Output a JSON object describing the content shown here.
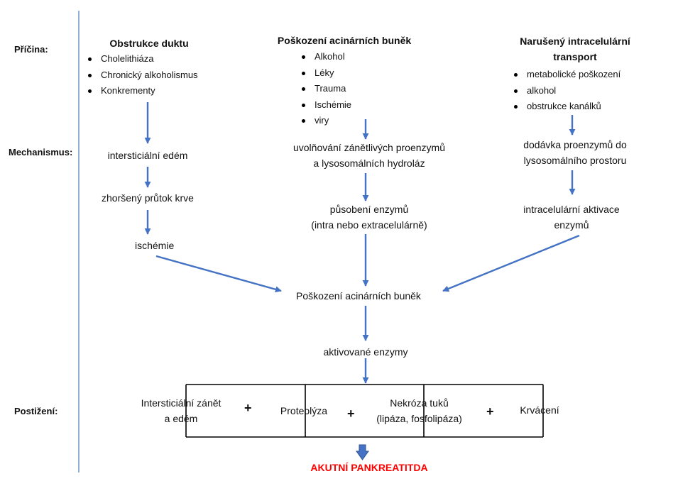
{
  "row_labels": {
    "cause": "Příčina:",
    "mechanism": "Mechanismus:",
    "impact": "Postižení:"
  },
  "columns": {
    "left": {
      "heading": "Obstrukce duktu",
      "causes": [
        "Cholelithiáza",
        "Chronický alkoholismus",
        "Konkrementy"
      ],
      "steps": [
        "intersticiální edém",
        "zhoršený průtok krve",
        "ischémie"
      ]
    },
    "middle": {
      "heading": "Poškození acinárních buněk",
      "causes": [
        "Alkohol",
        "Léky",
        "Trauma",
        "Ischémie",
        "viry"
      ],
      "steps": [
        [
          "uvolňování zánětlivých proenzymů",
          "a lysosomálních hydroláz"
        ],
        [
          "působení enzymů",
          "(intra nebo extracelulárně)"
        ]
      ]
    },
    "right": {
      "heading": [
        "Narušený intracelulární",
        "transport"
      ],
      "causes": [
        "metabolické poškození",
        "alkohol",
        "obstrukce kanálků"
      ],
      "steps": [
        [
          "dodávka proenzymů do",
          "lysosomálního prostoru"
        ],
        [
          "intracelulární aktivace",
          "enzymů"
        ]
      ]
    }
  },
  "central": {
    "damage": "Poškození acinárních buněk",
    "activated": "aktivované enzymy"
  },
  "impacts": [
    [
      "Intersticiální zánět",
      "a edém"
    ],
    [
      "Proteolýza"
    ],
    [
      "Nekróza tuků",
      "(lipáza, fosfolipáza)"
    ],
    [
      "Krvácení"
    ]
  ],
  "plus_sign": "+",
  "result": "AKUTNÍ PANKREATITDA",
  "colors": {
    "arrow": "#4472c4",
    "result": "#ff0000",
    "divider": "#4a7ab8"
  }
}
